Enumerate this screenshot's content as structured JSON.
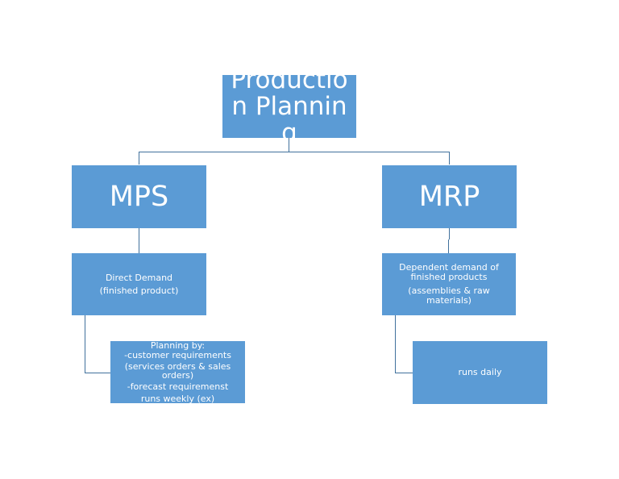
{
  "diagram": {
    "root": {
      "label": "Production Planning"
    },
    "mps": {
      "label": "MPS"
    },
    "mrp": {
      "label": "MRP"
    },
    "direct_demand": {
      "line1": "Direct Demand",
      "line2": "(finished product)"
    },
    "dependent_demand": {
      "line1": "Dependent demand of finished products",
      "line2": "(assemblies & raw materials)"
    },
    "planning_by": {
      "line1": "Planning by:",
      "line2": "-customer requirements",
      "line3": "(services orders & sales orders)",
      "line4": "-forecast requiremenst",
      "line5": "runs weekly (ex)"
    },
    "runs_daily": {
      "label": "runs daily"
    }
  },
  "colors": {
    "box_fill": "#5b9bd5",
    "connector": "#41719c",
    "text": "#ffffff"
  }
}
